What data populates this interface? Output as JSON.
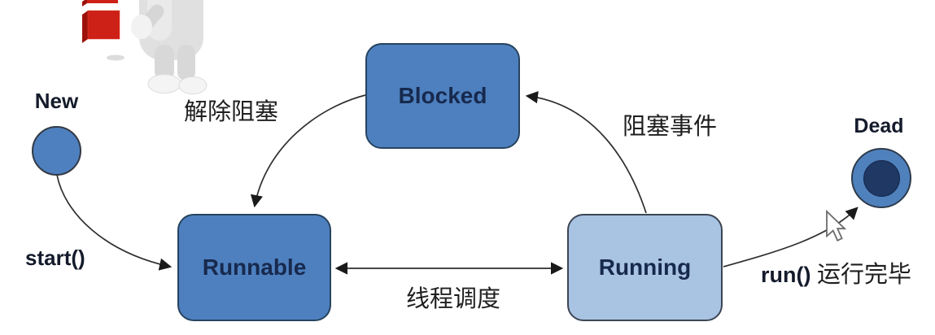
{
  "states": {
    "new": {
      "label": "New"
    },
    "blocked": {
      "label": "Blocked"
    },
    "runnable": {
      "label": "Runnable"
    },
    "running": {
      "label": "Running"
    },
    "dead": {
      "label": "Dead"
    }
  },
  "transitions": {
    "start": {
      "label": "start()"
    },
    "unblock": {
      "label": "解除阻塞"
    },
    "block_event": {
      "label": "阻塞事件"
    },
    "schedule": {
      "label": "线程调度"
    },
    "run_complete": {
      "label_en": "run()",
      "label_zh": "运行完毕"
    }
  },
  "icons": {
    "person": "3d-person-figure",
    "blocks": "red-cube-blocks",
    "cursor": "mouse-pointer"
  },
  "colors": {
    "state_fill": "#4e80bf",
    "state_border": "#27435f",
    "running_fill": "#a9c3e3",
    "dead_inner_fill": "#1f3864",
    "arrow_stroke": "#2e2e2e",
    "box_text": "#17294d",
    "label_text": "#141b2b",
    "chinese_text": "#1f1f1f",
    "block_red": "#cd2016"
  }
}
